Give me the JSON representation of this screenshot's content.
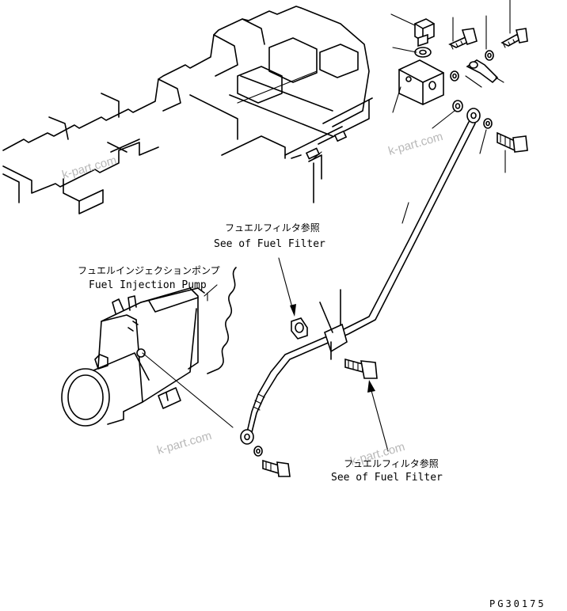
{
  "labels": {
    "fuel_filter_top_ja": "フュエルフィルタ参照",
    "fuel_filter_top_en": "See of Fuel Filter",
    "injection_pump_ja": "フュエルインジェクションポンプ",
    "injection_pump_en": "Fuel Injection Pump",
    "fuel_filter_bottom_ja": "フュエルフィルタ参照",
    "fuel_filter_bottom_en": "See of Fuel Filter"
  },
  "watermark": "k-part.com",
  "drawing_code": "PG30175"
}
